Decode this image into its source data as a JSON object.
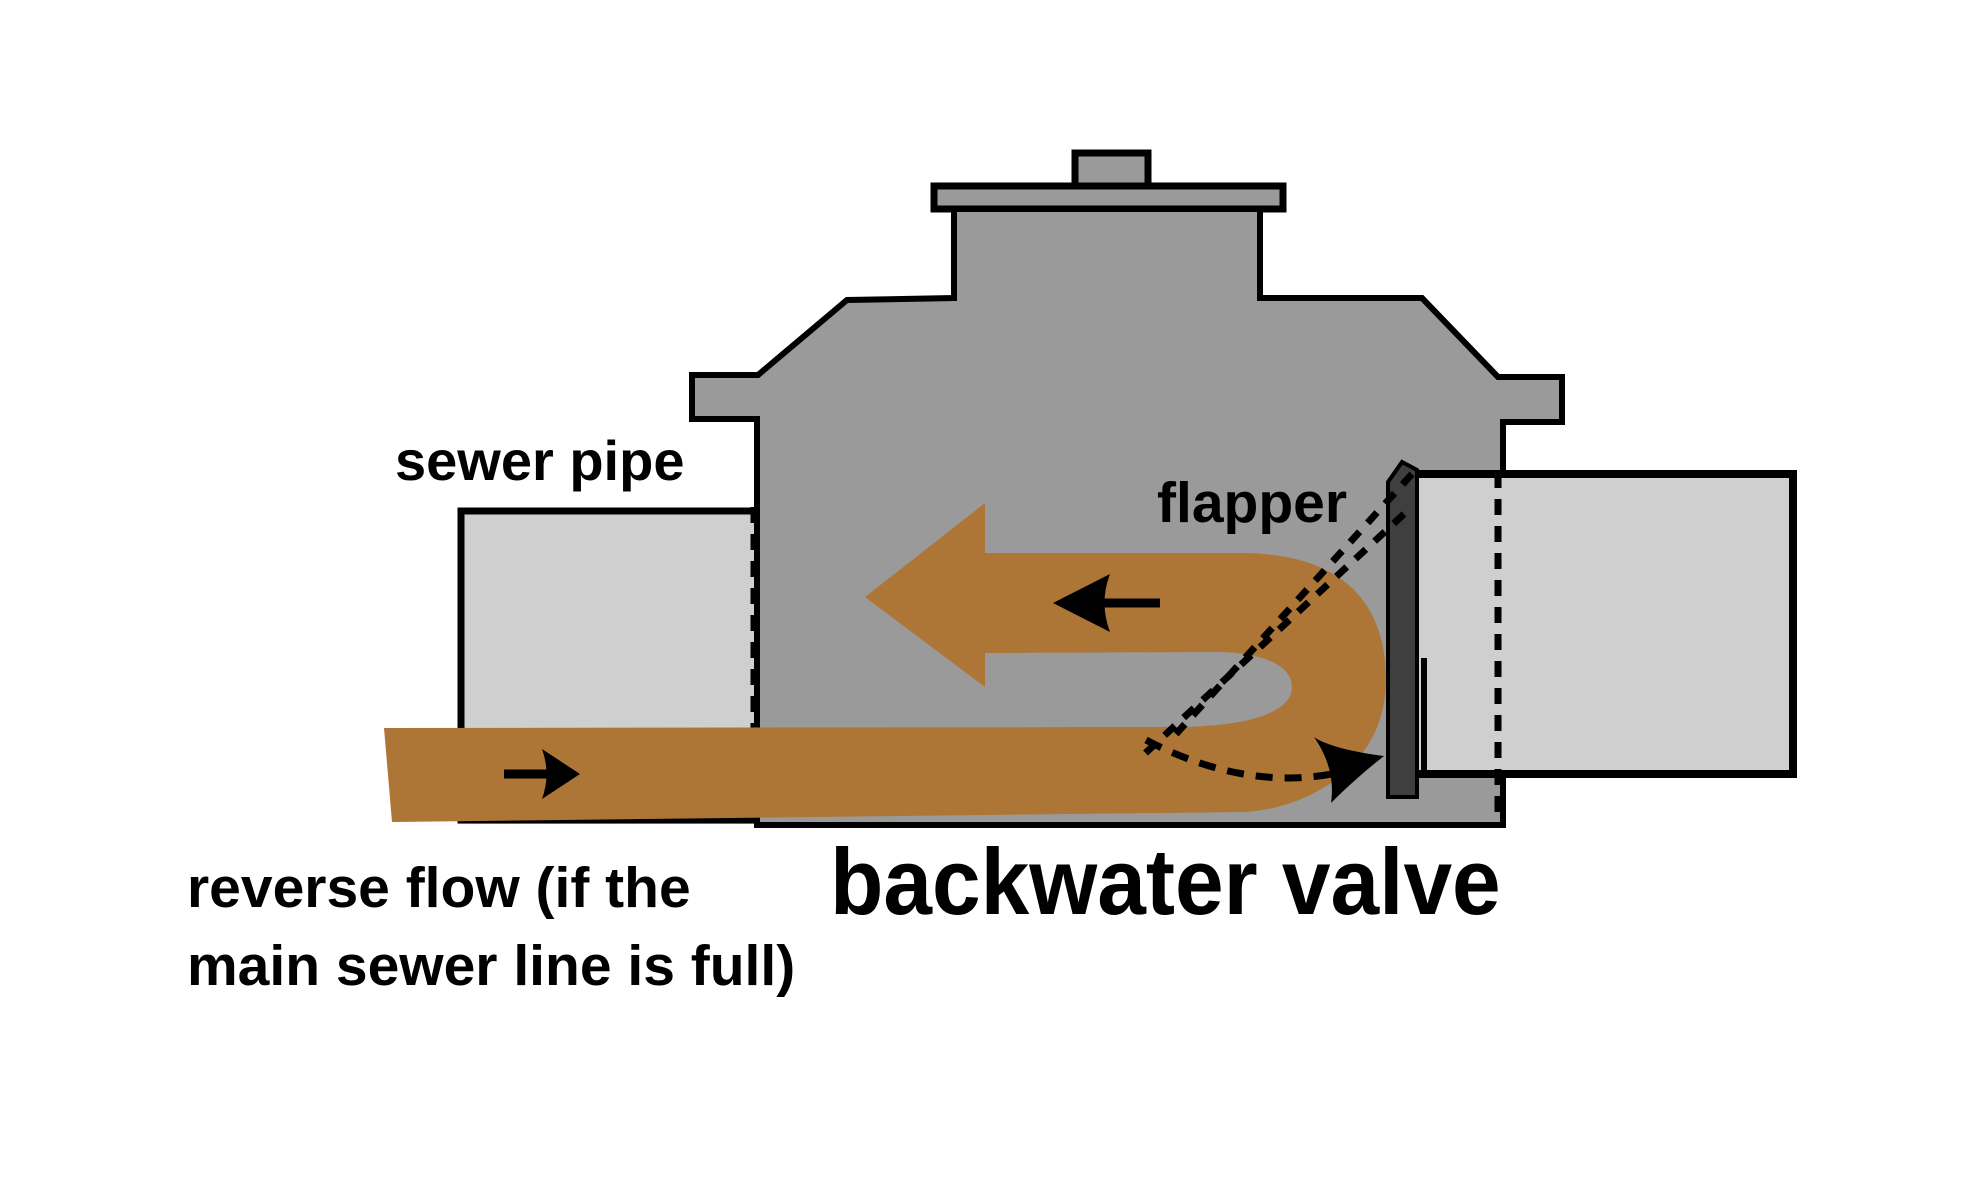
{
  "diagram": {
    "title_label": "backwater valve",
    "labels": {
      "sewer_pipe": "sewer pipe",
      "flapper": "flapper",
      "reverse_flow_line1": "reverse flow (if the",
      "reverse_flow_line2": "main sewer line is full)"
    },
    "colors": {
      "background": "#ffffff",
      "valve_body": "#9a9a9a",
      "pipe_fill": "#cfcfcf",
      "flapper_fill": "#3f3f3f",
      "sewage_flow": "#ae7636",
      "outline": "#000000"
    },
    "icons": {
      "reverse_flow_big_arrow": "left-arrow",
      "reverse_flow_direction_arrow": "thin-left-arrow",
      "inlet_flow_direction_arrow": "thin-right-arrow",
      "flapper_swing_arrow": "curved-dashed-arrow",
      "flapper_open_position": "dashed-outline"
    }
  }
}
